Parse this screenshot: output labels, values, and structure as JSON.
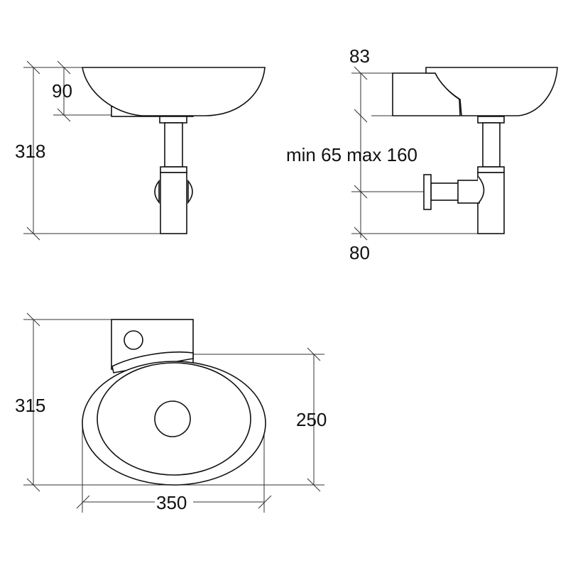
{
  "front_view": {
    "height_total": "318",
    "basin_depth": "90"
  },
  "side_view": {
    "top_offset": "83",
    "drain_range": "min 65 max 160",
    "bottom_offset": "80"
  },
  "top_view": {
    "depth_total": "315",
    "basin_depth": "250",
    "width": "350"
  }
}
